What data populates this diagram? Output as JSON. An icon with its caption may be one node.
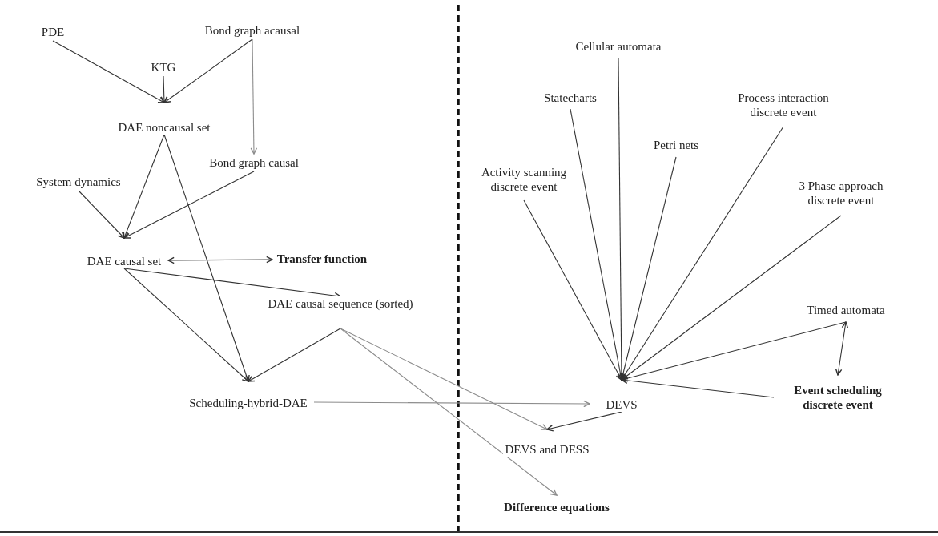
{
  "diagram": {
    "nodes": [
      {
        "text": [
          "PDE"
        ]
      },
      {
        "text": [
          "KTG"
        ]
      },
      {
        "text": [
          "Bond graph acausal"
        ]
      },
      {
        "text": [
          "DAE noncausal set"
        ]
      },
      {
        "text": [
          "Bond graph causal"
        ]
      },
      {
        "text": [
          "System dynamics"
        ]
      },
      {
        "text": [
          "DAE causal set"
        ]
      },
      {
        "text": [
          "Transfer function"
        ]
      },
      {
        "text": [
          "DAE causal sequence (sorted)"
        ]
      },
      {
        "text": [
          "Scheduling-hybrid-DAE"
        ]
      },
      {
        "text": [
          "DEVS"
        ]
      },
      {
        "text": [
          "DEVS and DESS"
        ]
      },
      {
        "text": [
          "Difference equations"
        ]
      },
      {
        "text": [
          "Cellular automata"
        ]
      },
      {
        "text": [
          "Statecharts"
        ]
      },
      {
        "text": [
          "Petri nets"
        ]
      },
      {
        "text": [
          "Process interaction discrete event"
        ]
      },
      {
        "text": [
          "Activity scanning discrete event"
        ]
      },
      {
        "text": [
          "3 Phase approach discrete event"
        ]
      },
      {
        "text": [
          "Timed automata"
        ]
      },
      {
        "text": [
          "Event scheduling discrete event"
        ]
      }
    ],
    "edges": [
      {
        "from": 0,
        "to": 3,
        "arrow": "to"
      },
      {
        "from": 1,
        "to": 3,
        "arrow": "to"
      },
      {
        "from": 2,
        "to": 3,
        "arrow": "to"
      },
      {
        "from": 2,
        "to": 4,
        "arrow": "to",
        "color": "#8c8c8c"
      },
      {
        "from": 3,
        "to": 6,
        "arrow": "to"
      },
      {
        "from": 3,
        "to": 9,
        "arrow": "to"
      },
      {
        "from": 5,
        "to": 6,
        "arrow": "to"
      },
      {
        "from": 4,
        "to": 6,
        "arrow": "to"
      },
      {
        "from": 6,
        "to": 7,
        "arrow": "both"
      },
      {
        "from": 6,
        "to": 8,
        "arrow": "to"
      },
      {
        "from": 6,
        "to": 9,
        "arrow": "to"
      },
      {
        "from": 8,
        "to": 9,
        "arrow": "to"
      },
      {
        "from": 9,
        "to": 10,
        "arrow": "to",
        "color": "#8c8c8c"
      },
      {
        "from": 8,
        "to": 11,
        "arrow": "to",
        "color": "#8c8c8c"
      },
      {
        "from": 8,
        "to": 12,
        "arrow": "to",
        "color": "#8c8c8c"
      },
      {
        "from": 10,
        "to": 11,
        "arrow": "to"
      },
      {
        "from": 17,
        "to": 10,
        "arrow": "to"
      },
      {
        "from": 14,
        "to": 10,
        "arrow": "to"
      },
      {
        "from": 13,
        "to": 10,
        "arrow": "to"
      },
      {
        "from": 15,
        "to": 10,
        "arrow": "to"
      },
      {
        "from": 16,
        "to": 10,
        "arrow": "to"
      },
      {
        "from": 18,
        "to": 10,
        "arrow": "to"
      },
      {
        "from": 19,
        "to": 10,
        "arrow": "to"
      },
      {
        "from": 20,
        "to": 10,
        "arrow": "to"
      },
      {
        "from": 19,
        "to": 20,
        "arrow": "both"
      }
    ]
  }
}
